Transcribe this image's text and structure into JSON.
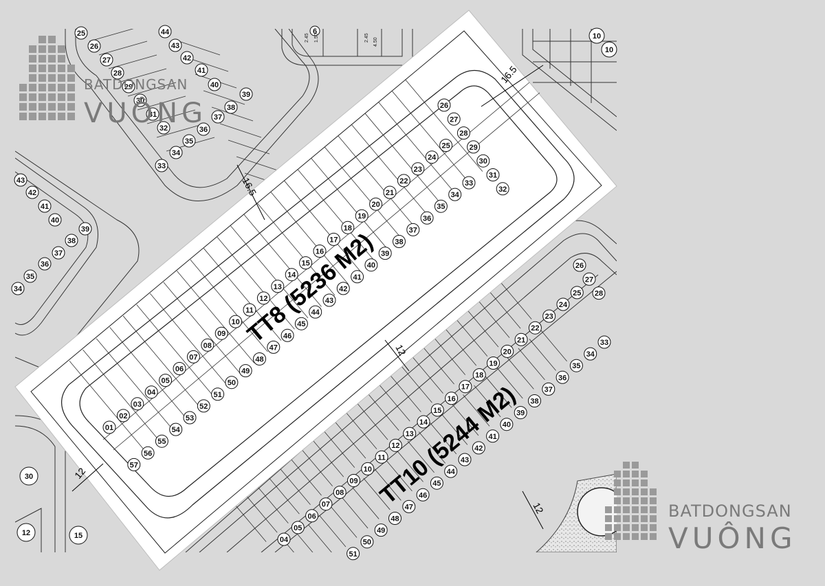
{
  "map": {
    "background": "#d9d9d9",
    "highlight_fill": "#ffffff",
    "line_color": "#222222"
  },
  "blocks": {
    "tt8": {
      "label": "TT8 (5236 M2)",
      "front_row": [
        "01",
        "02",
        "03",
        "04",
        "05",
        "06",
        "07",
        "08",
        "09",
        "10",
        "11",
        "12",
        "13",
        "14",
        "15",
        "16",
        "17",
        "18",
        "19",
        "20",
        "21",
        "22",
        "23",
        "24",
        "25"
      ],
      "end_column": [
        "26",
        "27",
        "28",
        "29",
        "30",
        "31",
        "32"
      ],
      "back_row": [
        "33",
        "34",
        "35",
        "36",
        "37",
        "38",
        "39",
        "40",
        "41",
        "42",
        "43",
        "44",
        "45",
        "46",
        "47",
        "48",
        "49",
        "50",
        "51",
        "52",
        "53",
        "54",
        "55",
        "56",
        "57"
      ]
    },
    "tt10": {
      "label": "TT10 (5244 M2)",
      "front_row": [
        "04",
        "05",
        "06",
        "07",
        "08",
        "09",
        "10",
        "11",
        "12",
        "13",
        "14",
        "15",
        "16",
        "17",
        "18",
        "19",
        "20",
        "21",
        "22",
        "23",
        "24",
        "25"
      ],
      "end_column": [
        "26",
        "27",
        "28"
      ],
      "back_row": [
        "33",
        "34",
        "35",
        "36",
        "37",
        "38",
        "39",
        "40",
        "41",
        "42",
        "43",
        "44",
        "45",
        "46",
        "47",
        "48",
        "49",
        "50",
        "51"
      ]
    },
    "upper_left": {
      "lots": [
        "25",
        "26",
        "27",
        "28",
        "29",
        "30",
        "31",
        "32",
        "33",
        "34",
        "35",
        "36",
        "37",
        "38",
        "39",
        "40",
        "41",
        "42",
        "43",
        "44"
      ]
    },
    "left": {
      "lots": [
        "43",
        "42",
        "41",
        "40",
        "39",
        "38",
        "37",
        "36",
        "35",
        "34"
      ]
    },
    "bottom_left": {
      "lots": [
        "30",
        "15",
        "12"
      ]
    },
    "top_right": {
      "lots": [
        "10",
        "10"
      ]
    },
    "top_center": {
      "lot": "6",
      "dims": [
        "2.45",
        "1.50",
        "2.45",
        "4.50"
      ]
    }
  },
  "dimensions": [
    "16.5",
    "16.5",
    "12",
    "12",
    "12"
  ],
  "watermarks": [
    {
      "line1": "BATDONGSAN",
      "line2": "VUÔNG"
    },
    {
      "line1": "BATDONGSAN",
      "line2": "VUÔNG"
    }
  ]
}
